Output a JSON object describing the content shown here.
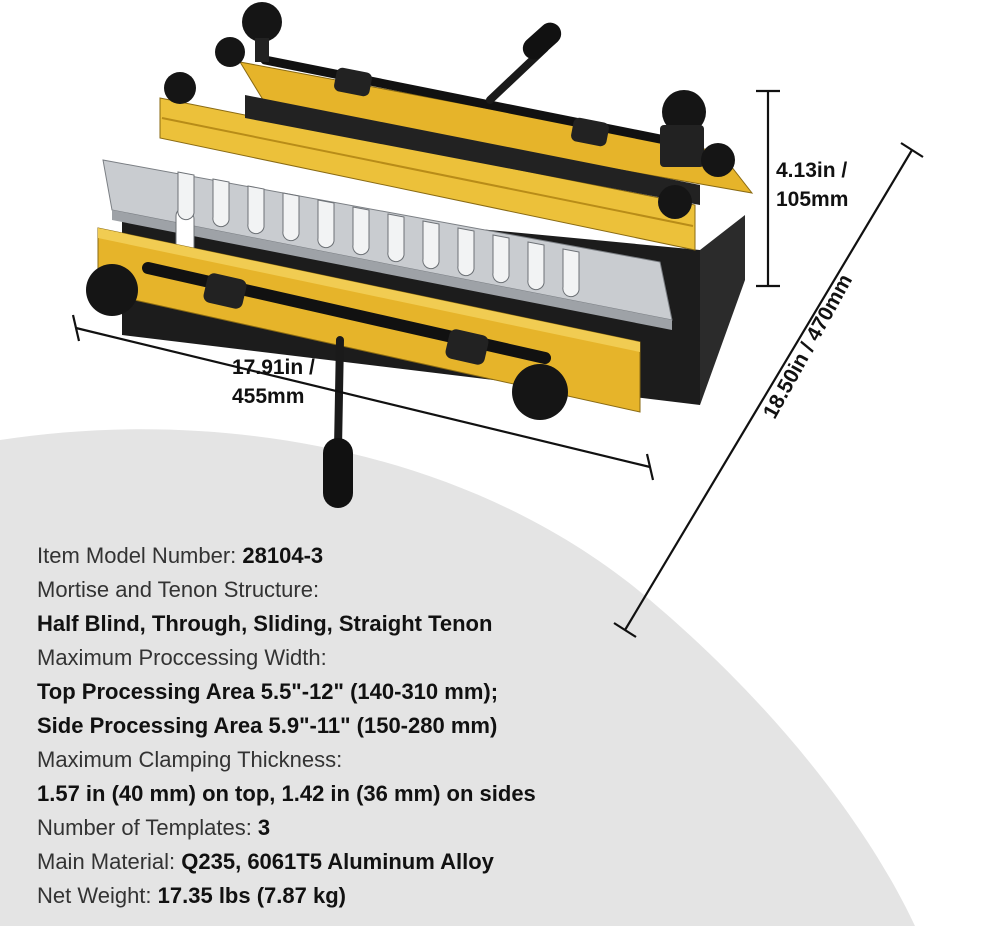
{
  "colors": {
    "background_white": "#ffffff",
    "background_gray": "#e4e4e4",
    "jig_yellow": "#e6b42a",
    "aluminum": "#c9ccd0",
    "black": "#1a1a1a"
  },
  "dimensions": {
    "height": [
      "4.13in /",
      "105mm"
    ],
    "width": [
      "17.91in /",
      "455mm"
    ],
    "depth": "18.50in / 470mm"
  },
  "specs": {
    "item_model_label": "Item Model Number: ",
    "item_model_value": "28104-3",
    "structure_label": "Mortise and Tenon Structure:",
    "structure_value": "Half Blind, Through, Sliding, Straight Tenon",
    "width_label": "Maximum Proccessing Width:",
    "width_top": "Top Processing Area 5.5\"-12\" (140-310 mm);",
    "width_side": "Side Processing Area 5.9\"-11\" (150-280 mm)",
    "clamping_label": "Maximum Clamping Thickness:",
    "clamping_value": "1.57 in (40 mm) on top, 1.42 in (36 mm) on sides",
    "templates_label": "Number of Templates: ",
    "templates_value": "3",
    "material_label": "Main Material: ",
    "material_value": "Q235, 6061T5 Aluminum Alloy",
    "weight_label": "Net Weight: ",
    "weight_value": "17.35 lbs (7.87 kg)"
  }
}
